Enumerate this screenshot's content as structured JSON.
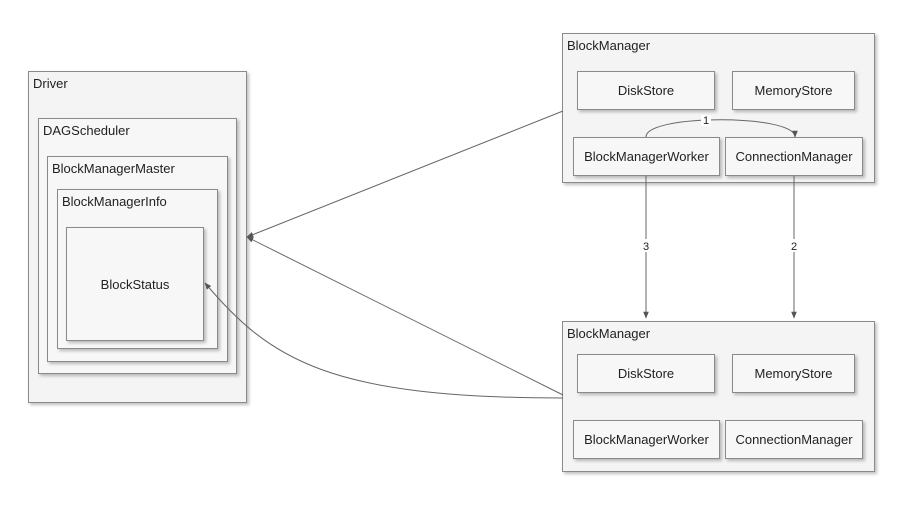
{
  "driver": {
    "title": "Driver",
    "dag_scheduler": {
      "title": "DAGScheduler",
      "block_manager_master": {
        "title": "BlockManagerMaster",
        "block_manager_info": {
          "title": "BlockManagerInfo",
          "block_status": "BlockStatus"
        }
      }
    }
  },
  "block_manager_top": {
    "title": "BlockManager",
    "disk_store": "DiskStore",
    "memory_store": "MemoryStore",
    "worker": "BlockManagerWorker",
    "connection_manager": "ConnectionManager"
  },
  "block_manager_bottom": {
    "title": "BlockManager",
    "disk_store": "DiskStore",
    "memory_store": "MemoryStore",
    "worker": "BlockManagerWorker",
    "connection_manager": "ConnectionManager"
  },
  "edge_labels": {
    "worker_to_connection": "1",
    "connection_to_connection": "2",
    "worker_to_worker": "3"
  },
  "colors": {
    "stroke": "#666666",
    "box_fill": "#f4f4f4"
  }
}
